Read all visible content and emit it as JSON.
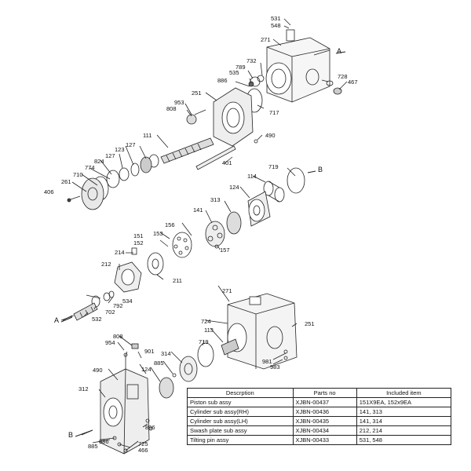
{
  "labels": {
    "l531": "531",
    "l548": "548",
    "l271a": "271",
    "lA1": "A",
    "l789": "789",
    "l732": "732",
    "l535": "535",
    "l886a": "886",
    "l728": "728",
    "l467": "467",
    "l251a": "251",
    "l953": "953",
    "l808a": "808",
    "l717": "717",
    "l111": "111",
    "l490a": "490",
    "l127a": "127",
    "l123": "123",
    "l127b": "127",
    "l824": "824",
    "l774": "774",
    "l710": "710",
    "l261": "261",
    "l406": "406",
    "l401": "401",
    "l719a": "719",
    "lB1": "B",
    "l114": "114",
    "l124a": "124",
    "l313": "313",
    "l141": "141",
    "l156": "156",
    "l153": "153",
    "l151": "151",
    "l152": "152",
    "l214": "214",
    "l157": "157",
    "l212": "212",
    "l211": "211",
    "l792": "792",
    "l534": "534",
    "l702": "702",
    "lA2": "A",
    "l532": "532",
    "l271b": "271",
    "l724": "724",
    "l251b": "251",
    "l113": "113",
    "l719b": "719",
    "l808b": "808",
    "l954": "954",
    "l901": "901",
    "l314": "314",
    "l885a": "885",
    "l124b": "124",
    "l490b": "490",
    "l312": "312",
    "l981": "981",
    "l983": "983",
    "l886b": "886",
    "lB2": "B",
    "l885b": "885",
    "l886c": "886",
    "l725": "725",
    "l466": "466"
  },
  "parts_table": {
    "headers": [
      "Descrption",
      "Parts no",
      "Included item"
    ],
    "rows": [
      [
        "Piston sub assy",
        "XJBN-00437",
        "151X9EA, 152x9EA"
      ],
      [
        "Cylinder sub assy(RH)",
        "XJBN-00436",
        "141, 313"
      ],
      [
        "Cylinder sub assy(LH)",
        "XJBN-00435",
        "141, 314"
      ],
      [
        "Swash plate sub assy",
        "XJBN-00434",
        "212, 214"
      ],
      [
        "Tilting pin assy",
        "XJBN-00433",
        "531, 548"
      ]
    ]
  }
}
